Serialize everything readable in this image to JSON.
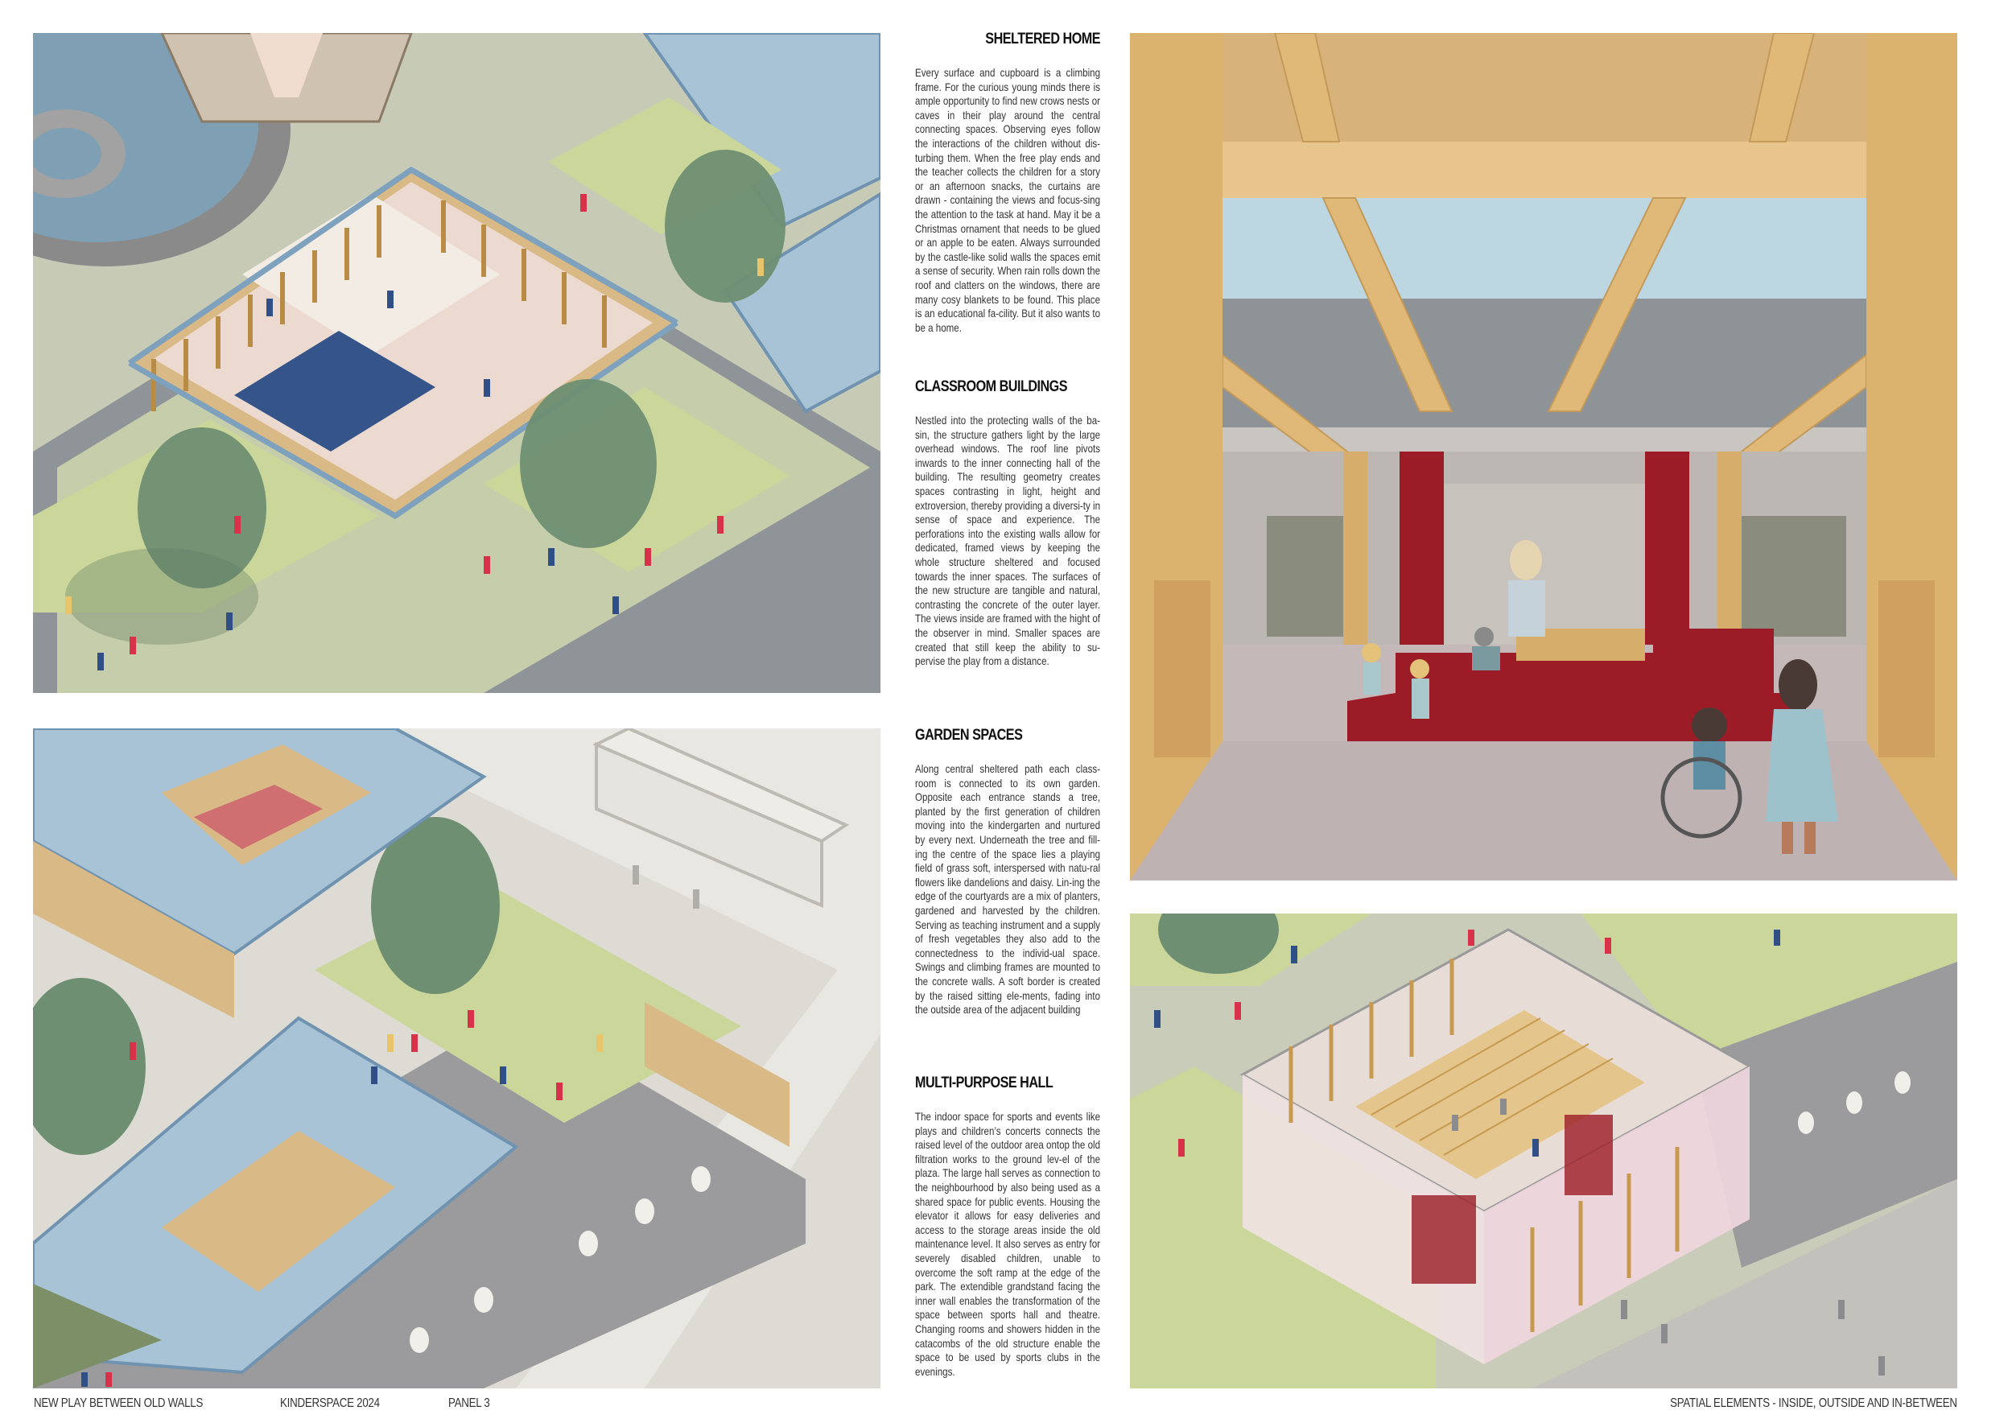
{
  "sections": [
    {
      "heading": "SHELTERED HOME",
      "body": "Every surface and cupboard is a climbing frame. For the curious young minds there is ample opportunity to find new crows nests or caves in their play around the central connecting spaces. Observing eyes follow the interactions of the children without dis-turbing them. When the free play ends and the teacher collects the children for a story or an afternoon snacks, the curtains are drawn - containing the views and focus-sing the attention to the task at hand. May it be a Christmas ornament that needs to be glued or an apple to be eaten. Always surrounded by the castle-like solid walls the spaces emit a sense of security. When rain rolls down the roof  and clatters on the windows, there are many cosy blankets to be found. This place is an educational fa-cility. But it also wants to be a home."
    },
    {
      "heading": "CLASSROOM BUILDINGS",
      "body": "Nestled into the protecting walls of the ba-sin, the structure gathers light by the large overhead windows. The roof line pivots inwards to the inner connecting hall of the building. The resulting geometry creates spaces contrasting in light, height and extroversion, thereby providing a diversi-ty in sense of space and experience. The perforations into the existing walls allow for dedicated, framed views by keeping the whole structure sheltered and focused towards the inner spaces. The surfaces of the new structure are tangible and natural, contrasting the concrete of the outer layer. The views inside are framed with the hight of the observer in mind. Smaller spaces are created that still keep the ability to su-pervise the play from a distance."
    },
    {
      "heading": "GARDEN SPACES",
      "body": "Along central sheltered path each class-room is connected to its own garden. Opposite each entrance stands a tree, planted by the first generation of children moving into the kindergarten and nurtured by every next. Underneath the tree and fill-ing the centre of the space lies a playing field of grass soft, interspersed with natu-ral flowers like dandelions and daisy. Lin-ing the edge of the courtyards are a mix of planters, gardened and harvested by the children. Serving as teaching instrument and a supply of fresh vegetables they also add to the connectedness to the individ-ual space. Swings and climbing frames are mounted to the concrete walls. A soft border is created by the raised sitting ele-ments, fading into the outside area of the adjacent building"
    },
    {
      "heading": "MULTI-PURPOSE HALL",
      "body": "The indoor space for sports and events like plays and children’s concerts connects the raised level of the outdoor area ontop the old filtration works to the ground lev-el of the plaza. The large hall serves as connection to the neighbourhood by also being used as a shared space for public events. Housing the elevator it allows for easy deliveries and access to the storage areas inside the old maintenance level. It also serves as entry for severely disabled children, unable to overcome the soft ramp at the edge of the park. The extendible grandstand facing the inner wall enables the transformation of the space between sports hall and theatre. Changing rooms and showers hidden in the catacombs of the old structure enable the space to be used by sports clubs in the evenings."
    }
  ],
  "footer": {
    "title": "NEW PLAY BETWEEN OLD WALLS",
    "project": "KINDERSPACE 2024",
    "panel": "PANEL 3",
    "subtitle": "SPATIAL ELEMENTS - INSIDE, OUTSIDE AND IN-BETWEEN"
  },
  "colors": {
    "grass": "#cbd69b",
    "tree": "#6e8f72",
    "glass": "#a8c3d6",
    "wood": "#dcb06a",
    "concrete": "#9a9a9c",
    "curtain": "#9b1c26",
    "kid_red": "#d8324a",
    "kid_blue": "#2f4f86"
  }
}
